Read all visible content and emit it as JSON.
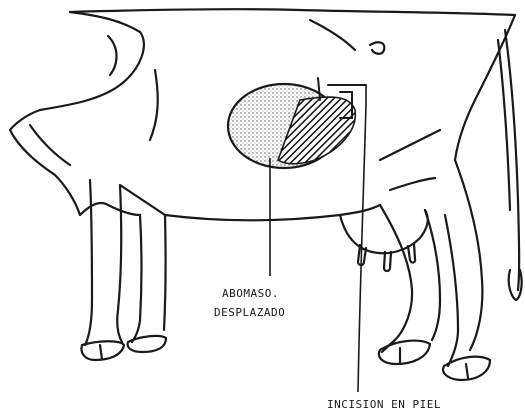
{
  "labels": {
    "abomaso_line1": "ABOMASO.",
    "abomaso_line2": "DESPLAZADO",
    "incision": "INCISION EN PIEL"
  }
}
